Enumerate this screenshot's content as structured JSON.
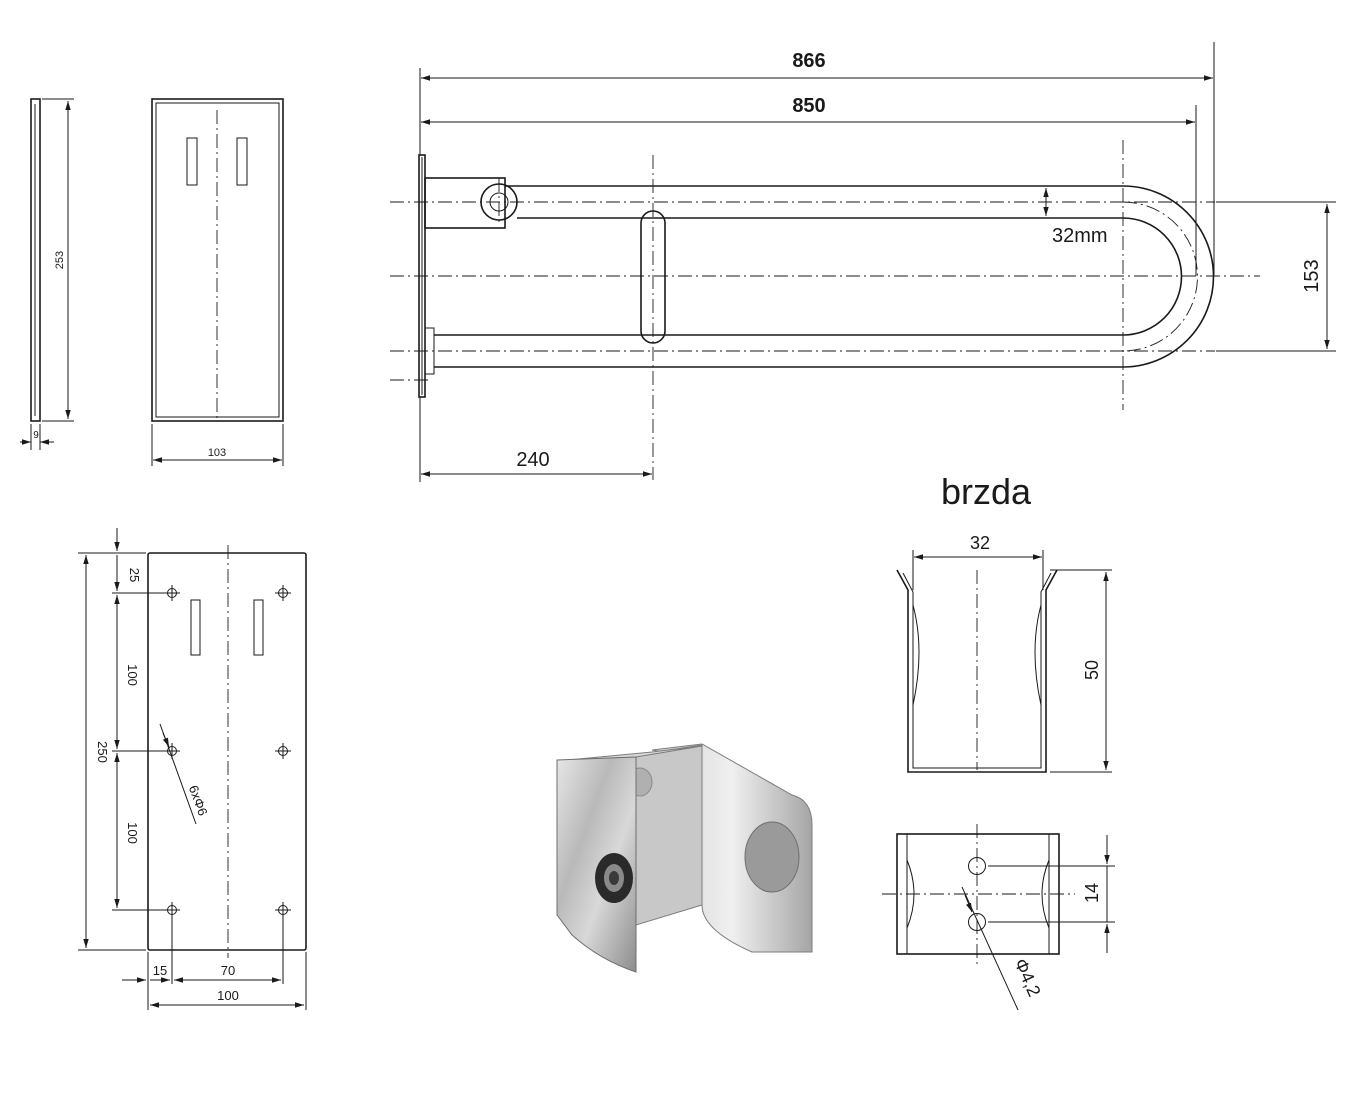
{
  "dimensions": {
    "overall_length": "866",
    "inner_length": "850",
    "tube_diameter": "32mm",
    "height": "153",
    "hinge_offset": "240",
    "side_profile_height": "253",
    "side_profile_thickness": "9",
    "front_width": "103",
    "plate_top_margin": "25",
    "plate_upper_spacing": "100",
    "plate_lower_spacing": "100",
    "plate_height": "250",
    "plate_holes": "6xΦ6",
    "plate_left_margin": "15",
    "plate_hole_spacing": "70",
    "plate_width": "100"
  },
  "brake": {
    "title": "brzda",
    "width": "32",
    "height": "50",
    "hole_spacing": "14",
    "hole_diameter": "Φ4,2"
  },
  "photo": {
    "subject": "brake-clip-photo"
  }
}
